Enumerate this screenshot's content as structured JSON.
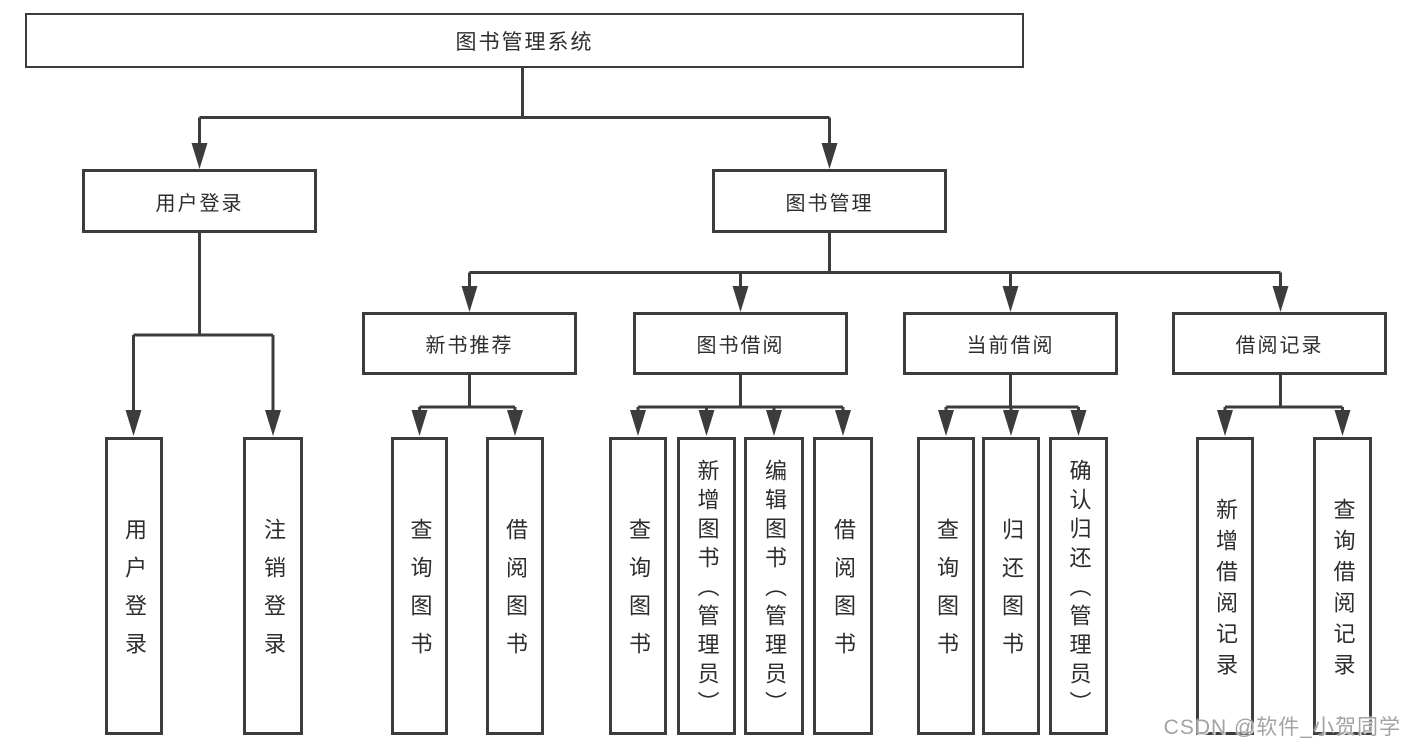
{
  "diagram": {
    "title_node": "图书管理系统",
    "level1": [
      "用户登录",
      "图书管理"
    ],
    "level2": [
      "新书推荐",
      "图书借阅",
      "当前借阅",
      "借阅记录"
    ],
    "user_login_children": [
      "用户登录",
      "注销登录"
    ],
    "new_book_children": [
      "查询图书",
      "借阅图书"
    ],
    "book_borrow_children": [
      "查询图书",
      "新增图书（管理员）",
      "编辑图书（管理员）",
      "借阅图书"
    ],
    "current_borrow_children": [
      "查询图书",
      "归还图书",
      "确认归还（管理员）"
    ],
    "borrow_record_children": [
      "新增借阅记录",
      "查询借阅记录"
    ]
  },
  "watermark": {
    "text": "CSDN @软件_小贺同学",
    "color": "#a3a3a3"
  },
  "colors": {
    "line": "#3c3c3c",
    "box_border": "#3c3c3c",
    "text": "#2d2d2d",
    "background": "#ffffff"
  }
}
